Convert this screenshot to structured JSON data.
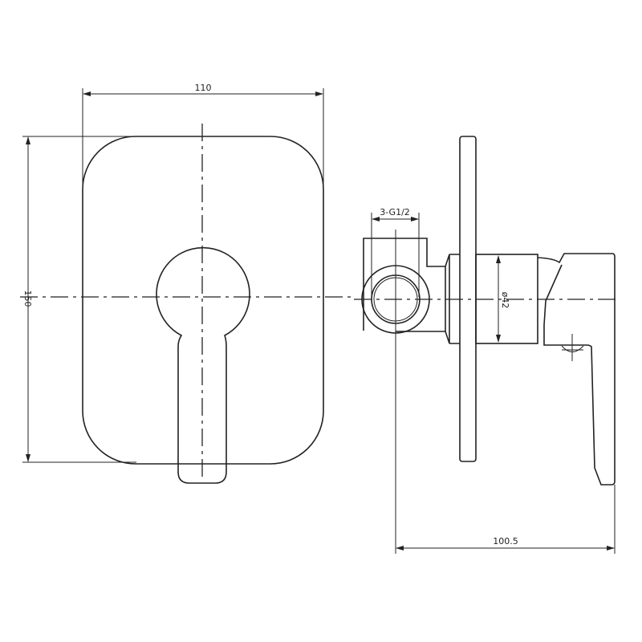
{
  "drawing": {
    "front_view": {
      "width_dim": "110",
      "height_dim": "150"
    },
    "side_view": {
      "thread_label": "3-G1/2",
      "diameter_label": "ø42",
      "depth_dim": "100.5"
    }
  },
  "colors": {
    "line": "#222222",
    "background": "#ffffff"
  }
}
